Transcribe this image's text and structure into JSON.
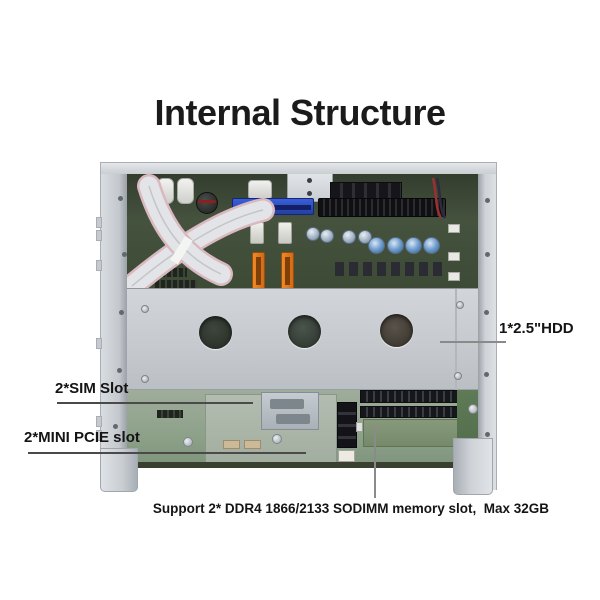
{
  "title": "Internal Structure",
  "annotations": {
    "hdd": "1*2.5\"HDD",
    "sim_slot": "2*SIM Slot",
    "mini_pcie": "2*MINI PCIE slot",
    "memory": "Support 2* DDR4 1866/2133 SODIMM memory slot,  Max 32GB"
  },
  "photo_parts": {
    "chassis": "open industrial mini-PC chassis",
    "top_board": "motherboard with PCIe slots, SATA ports, capacitors and ribbon cable",
    "hdd_plate": "2.5 inch HDD mounting plate with three round holes",
    "bottom_board": "board side with SIM slots, mini PCIE slot and SODIMM memory slots"
  },
  "colors": {
    "background": "#ffffff",
    "label_text": "#141414",
    "leader_line": "#5a5a5a",
    "chassis_gray": "#ced2d7",
    "pcb_dark_green": "#41503c",
    "pcb_light_green": "#8fa189",
    "slot_blue": "#2d50c8",
    "slot_black": "#191919",
    "sata_orange": "#e0791e"
  }
}
